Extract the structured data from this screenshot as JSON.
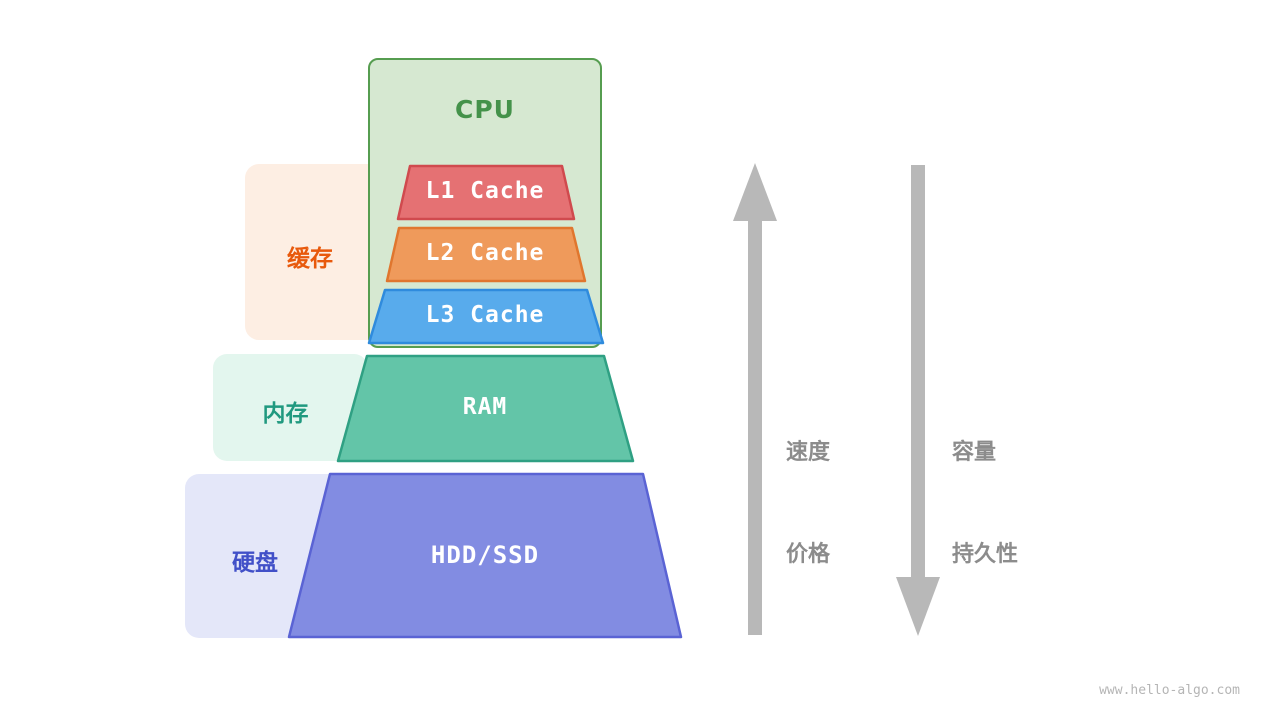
{
  "diagram": {
    "cpu": {
      "label": "CPU"
    },
    "levels": [
      {
        "id": "l1",
        "label": "L1 Cache",
        "fill": "#e57173",
        "stroke": "#d04a4e"
      },
      {
        "id": "l2",
        "label": "L2 Cache",
        "fill": "#ef9a5b",
        "stroke": "#e0762e"
      },
      {
        "id": "l3",
        "label": "L3 Cache",
        "fill": "#58abec",
        "stroke": "#2f8bdd"
      },
      {
        "id": "ram",
        "label": "RAM",
        "fill": "#63c5a8",
        "stroke": "#2fa083"
      },
      {
        "id": "hdd",
        "label": "HDD/SSD",
        "fill": "#828ce2",
        "stroke": "#5a63d4"
      }
    ],
    "groups": [
      {
        "id": "cache",
        "label": "缓存",
        "text_color": "#e8590c",
        "bg_color": "#fdeee3"
      },
      {
        "id": "memory",
        "label": "内存",
        "text_color": "#20997f",
        "bg_color": "#e3f6ee"
      },
      {
        "id": "disk",
        "label": "硬盘",
        "text_color": "#4150c8",
        "bg_color": "#e4e7f9"
      }
    ],
    "arrows": {
      "up": {
        "direction": "up",
        "lines": [
          "速度",
          "价格"
        ]
      },
      "down": {
        "direction": "down",
        "lines": [
          "容量",
          "持久性"
        ]
      },
      "color": "#b8b8b8"
    },
    "cpu_box_colors": {
      "fill": "#d6e8d1",
      "border": "#569d50",
      "text": "#44924a"
    },
    "watermark": "www.hello-algo.com"
  }
}
